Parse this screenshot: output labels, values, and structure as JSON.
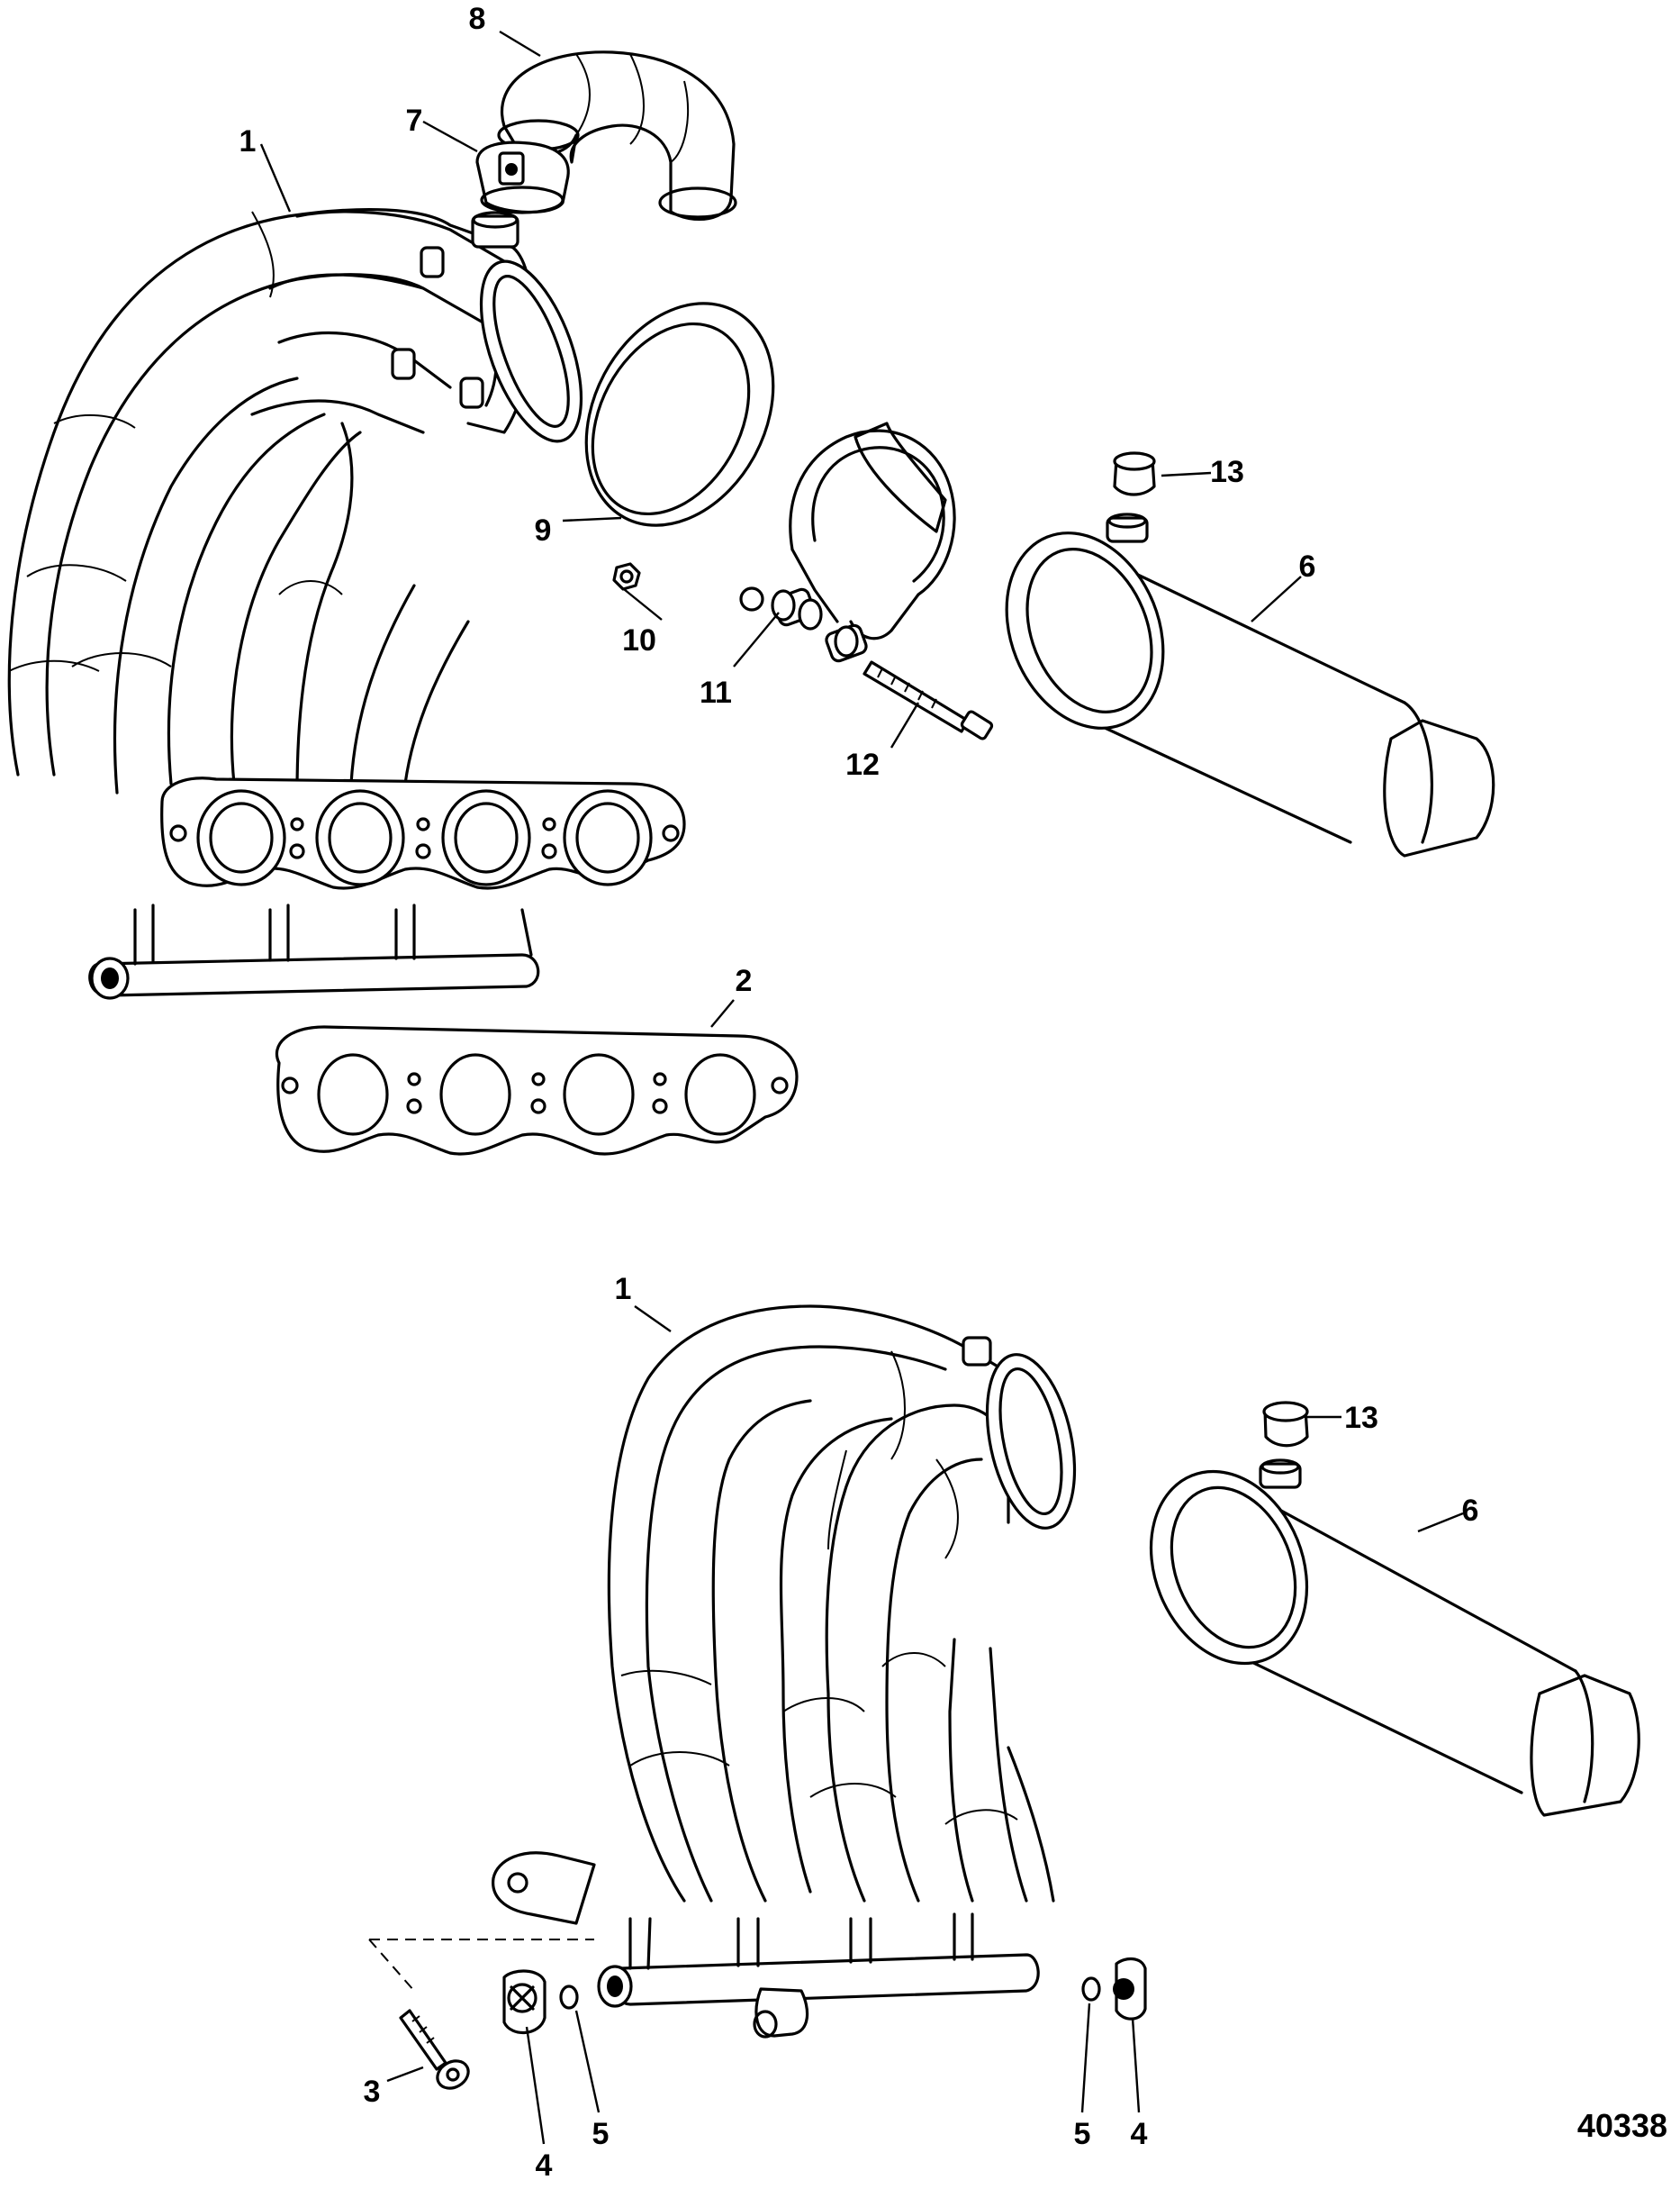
{
  "figure_id": "40338",
  "callouts": {
    "top": {
      "c1": "1",
      "c2": "2",
      "c6": "6",
      "c7": "7",
      "c8": "8",
      "c9": "9",
      "c10": "10",
      "c11": "11",
      "c12": "12",
      "c13": "13"
    },
    "bottom": {
      "c1": "1",
      "c3": "3",
      "c4a": "4",
      "c4b": "4",
      "c5a": "5",
      "c5b": "5",
      "c6": "6",
      "c13": "13"
    }
  }
}
